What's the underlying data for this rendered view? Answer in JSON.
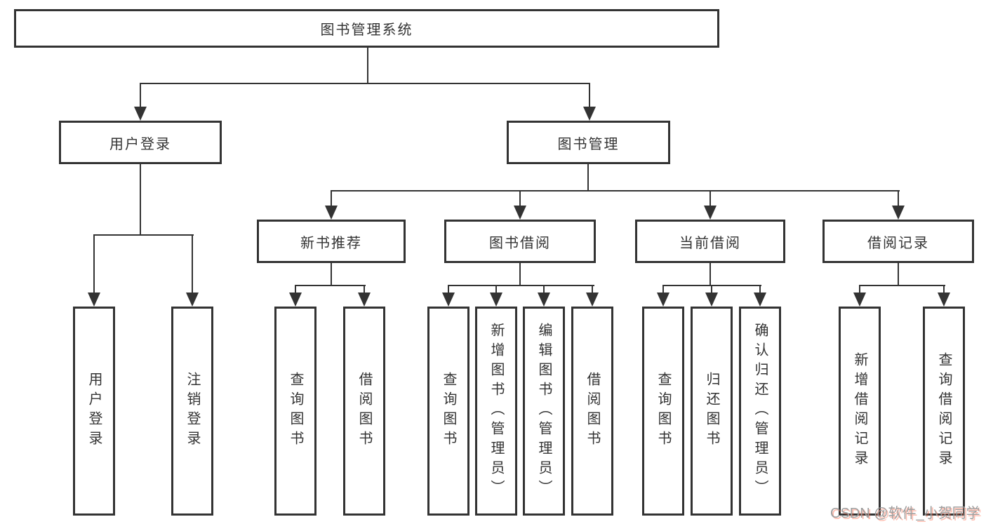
{
  "diagram": {
    "title": "图书管理系统",
    "branches": [
      {
        "label": "用户登录",
        "children": [
          "用户登录",
          "注销登录"
        ]
      },
      {
        "label": "图书管理",
        "sections": [
          {
            "label": "新书推荐",
            "children": [
              "查询图书",
              "借阅图书"
            ]
          },
          {
            "label": "图书借阅",
            "children": [
              "查询图书",
              "新增图书（管理员）",
              "编辑图书（管理员）",
              "借阅图书"
            ]
          },
          {
            "label": "当前借阅",
            "children": [
              "查询图书",
              "归还图书",
              "确认归还（管理员）"
            ]
          },
          {
            "label": "借阅记录",
            "children": [
              "新增借阅记录",
              "查询借阅记录"
            ]
          }
        ]
      }
    ]
  },
  "watermark": "CSDN @软件_小贺同学",
  "colors": {
    "line": "#333333",
    "text": "#333333",
    "background": "#ffffff",
    "watermark_gray": "#9e9e9e",
    "watermark_red": "#fc5531"
  }
}
